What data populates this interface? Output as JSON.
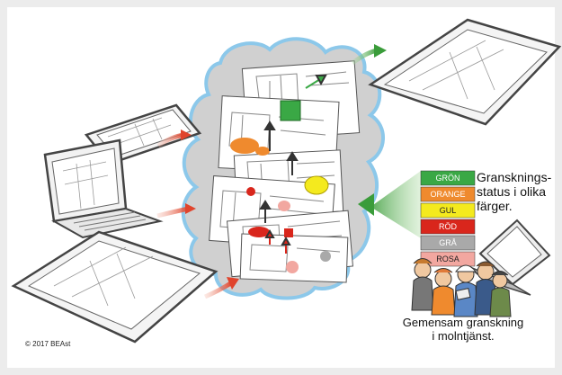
{
  "status_legend": {
    "title_line1": "Gransknings-",
    "title_line2": "status i olika",
    "title_line3": "färger.",
    "items": [
      {
        "label": "GRÖN",
        "color": "#3aa845"
      },
      {
        "label": "ORANGE",
        "color": "#ef8a2e"
      },
      {
        "label": "GUL",
        "color": "#f4ea1e"
      },
      {
        "label": "RÖD",
        "color": "#d9261c"
      },
      {
        "label": "GRÅ",
        "color": "#a9a9a9"
      },
      {
        "label": "ROSA",
        "color": "#f2a7a0"
      }
    ]
  },
  "caption": {
    "line1": "Gemensam granskning",
    "line2": "i molntjänst."
  },
  "copyright": "© 2017 BEAst",
  "colors": {
    "cloud_outline": "#8cc8ea",
    "cloud_fill": "#d0d0d0",
    "arrow_red": "#e0442c",
    "arrow_green": "#3a9c3a"
  }
}
